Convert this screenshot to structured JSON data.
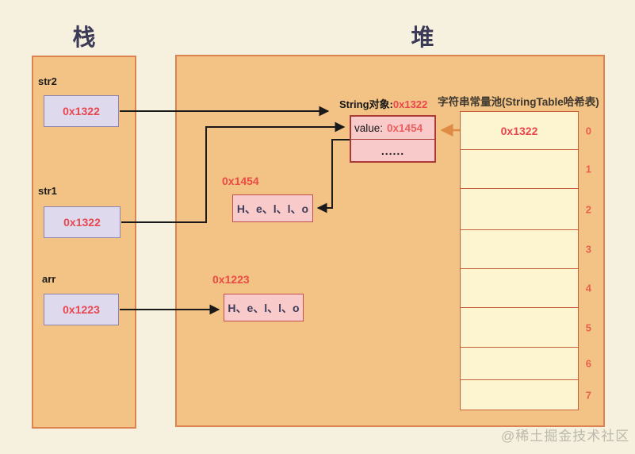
{
  "titles": {
    "stack": "栈",
    "heap": "堆"
  },
  "stack": {
    "variables": [
      {
        "name": "str2",
        "value": "0x1322"
      },
      {
        "name": "str1",
        "value": "0x1322"
      },
      {
        "name": "arr",
        "value": "0x1223"
      }
    ]
  },
  "heap": {
    "string_object": {
      "label": "String对象:",
      "address": "0x1322",
      "field": "value:",
      "field_value": "0x1454",
      "more": "......"
    },
    "array_1454": {
      "label": "0x1454",
      "content": "H、e、l、l、o"
    },
    "array_1223": {
      "label": "0x1223",
      "content": "H、e、l、l、o"
    },
    "string_table": {
      "title": "字符串常量池(StringTable哈希表)",
      "rows": [
        {
          "index": "0",
          "value": "0x1322"
        },
        {
          "index": "1",
          "value": ""
        },
        {
          "index": "2",
          "value": ""
        },
        {
          "index": "3",
          "value": ""
        },
        {
          "index": "4",
          "value": ""
        },
        {
          "index": "5",
          "value": ""
        },
        {
          "index": "6",
          "value": ""
        },
        {
          "index": "7",
          "value": ""
        }
      ]
    }
  },
  "watermark": "@稀土掘金技术社区",
  "colors": {
    "background": "#f5f1de",
    "panel_fill": "#f2c384",
    "panel_border": "#dd8352",
    "pointer_red": "#e8474f",
    "cell_fill": "#fdf4d0",
    "cell_border": "#c95f3a",
    "pink_fill": "#f9caca",
    "pink_border_dark": "#a93a38",
    "pink_border": "#c14f4f",
    "lavender_fill": "#ded9ec",
    "lavender_border": "#8e83ae",
    "orange_arrow": "#df8a45",
    "arrow_black": "#1a1a1a",
    "title_color": "#3c3b57"
  }
}
